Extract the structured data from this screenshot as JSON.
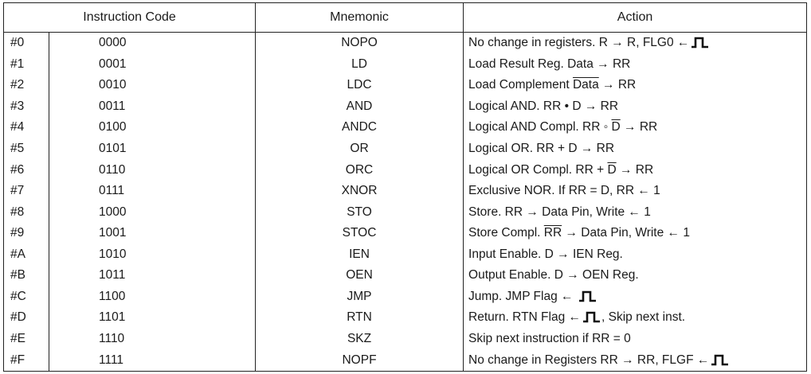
{
  "headers": {
    "instruction_code": "Instruction Code",
    "mnemonic": "Mnemonic",
    "action": "Action"
  },
  "rows": [
    {
      "idx": "#0",
      "code": "0000",
      "mnemonic": "NOPO",
      "action": [
        {
          "t": "No change in registers. R → R, FLG0 ←"
        },
        {
          "pulse": true
        }
      ]
    },
    {
      "idx": "#1",
      "code": "0001",
      "mnemonic": "LD",
      "action": [
        {
          "t": "Load Result Reg. Data → RR"
        }
      ]
    },
    {
      "idx": "#2",
      "code": "0010",
      "mnemonic": "LDC",
      "action": [
        {
          "t": "Load Complement "
        },
        {
          "t": "Data",
          "ov": true
        },
        {
          "t": " → RR"
        }
      ]
    },
    {
      "idx": "#3",
      "code": "0011",
      "mnemonic": "AND",
      "action": [
        {
          "t": "Logical AND. RR • D → RR"
        }
      ]
    },
    {
      "idx": "#4",
      "code": "0100",
      "mnemonic": "ANDC",
      "action": [
        {
          "t": "Logical AND Compl. RR ◦ "
        },
        {
          "t": "D",
          "ov": true
        },
        {
          "t": " → RR"
        }
      ]
    },
    {
      "idx": "#5",
      "code": "0101",
      "mnemonic": "OR",
      "action": [
        {
          "t": "Logical OR. RR + D → RR"
        }
      ]
    },
    {
      "idx": "#6",
      "code": "0110",
      "mnemonic": "ORC",
      "action": [
        {
          "t": "Logical OR Compl. RR + "
        },
        {
          "t": "D",
          "ov": true
        },
        {
          "t": " → RR"
        }
      ]
    },
    {
      "idx": "#7",
      "code": "0111",
      "mnemonic": "XNOR",
      "action": [
        {
          "t": "Exclusive NOR. If RR = D, RR ← 1"
        }
      ]
    },
    {
      "idx": "#8",
      "code": "1000",
      "mnemonic": "STO",
      "action": [
        {
          "t": "Store. RR → Data Pin, Write ← 1"
        }
      ]
    },
    {
      "idx": "#9",
      "code": "1001",
      "mnemonic": "STOC",
      "action": [
        {
          "t": "Store Compl. "
        },
        {
          "t": "RR",
          "ov": true
        },
        {
          "t": " → Data Pin, Write ← 1"
        }
      ]
    },
    {
      "idx": "#A",
      "code": "1010",
      "mnemonic": "IEN",
      "action": [
        {
          "t": "Input Enable. D → IEN Reg."
        }
      ]
    },
    {
      "idx": "#B",
      "code": "1011",
      "mnemonic": "OEN",
      "action": [
        {
          "t": "Output Enable. D → OEN Reg."
        }
      ]
    },
    {
      "idx": "#C",
      "code": "1100",
      "mnemonic": "JMP",
      "action": [
        {
          "t": "Jump. JMP Flag ← "
        },
        {
          "pulse": true
        }
      ]
    },
    {
      "idx": "#D",
      "code": "1101",
      "mnemonic": "RTN",
      "action": [
        {
          "t": "Return. RTN Flag ←"
        },
        {
          "pulse": true
        },
        {
          "t": ", Skip next inst."
        }
      ]
    },
    {
      "idx": "#E",
      "code": "1110",
      "mnemonic": "SKZ",
      "action": [
        {
          "t": "Skip next instruction if RR = 0"
        }
      ]
    },
    {
      "idx": "#F",
      "code": "1111",
      "mnemonic": "NOPF",
      "action": [
        {
          "t": "No change in Registers RR → RR, FLGF ←"
        },
        {
          "pulse": true
        }
      ]
    }
  ]
}
